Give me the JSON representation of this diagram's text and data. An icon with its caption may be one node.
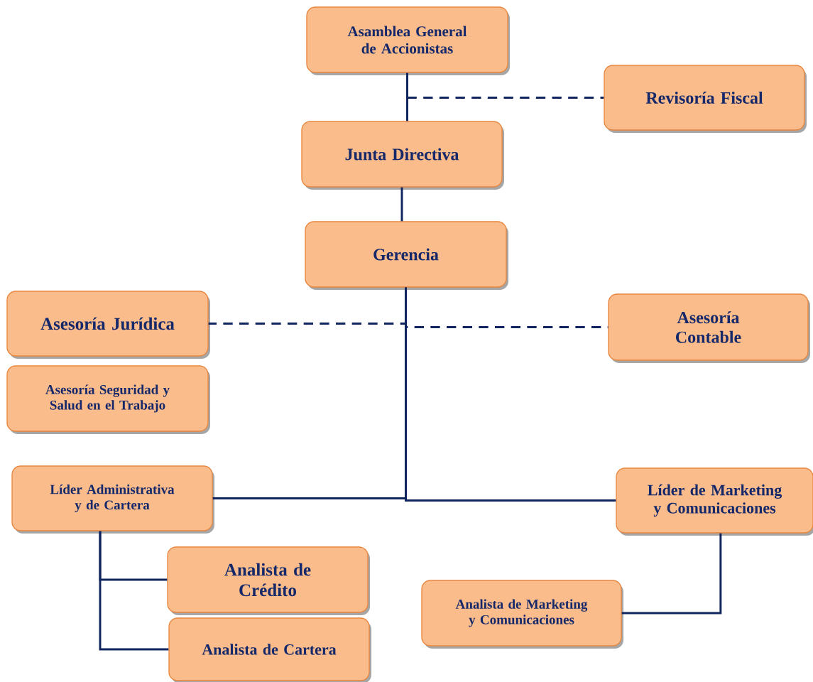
{
  "diagram": {
    "nodes": [
      {
        "text": [
          "Asamblea General de Accionistas"
        ]
      },
      {
        "text": [
          "Revisoría Fiscal"
        ]
      },
      {
        "text": [
          "Junta Directiva"
        ]
      },
      {
        "text": [
          "Gerencia"
        ]
      },
      {
        "text": [
          "Asesoría Jurídica"
        ]
      },
      {
        "text": [
          "Asesoría Contable"
        ]
      },
      {
        "text": [
          "Asesoría Seguridad y Salud en el Trabajo"
        ]
      },
      {
        "text": [
          "Líder Administrativa y de Cartera"
        ]
      },
      {
        "text": [
          "Líder de Marketing y Comunicaciones"
        ]
      },
      {
        "text": [
          "Analista de Crédito"
        ]
      },
      {
        "text": [
          "Analista de Cartera"
        ]
      },
      {
        "text": [
          "Analista de Marketing y Comunicaciones"
        ]
      }
    ],
    "edges": [
      {
        "from": 0,
        "to": 2,
        "arrow": "none"
      },
      {
        "from": 0,
        "to": 1,
        "arrow": "none",
        "style": "dashed"
      },
      {
        "from": 2,
        "to": 3,
        "arrow": "none"
      },
      {
        "from": 3,
        "to": 4,
        "arrow": "none",
        "style": "dashed"
      },
      {
        "from": 3,
        "to": 5,
        "arrow": "none",
        "style": "dashed"
      },
      {
        "from": 3,
        "to": 7,
        "arrow": "none"
      },
      {
        "from": 3,
        "to": 8,
        "arrow": "none"
      },
      {
        "from": 7,
        "to": 9,
        "arrow": "none"
      },
      {
        "from": 7,
        "to": 10,
        "arrow": "none"
      },
      {
        "from": 8,
        "to": 11,
        "arrow": "none"
      }
    ]
  }
}
